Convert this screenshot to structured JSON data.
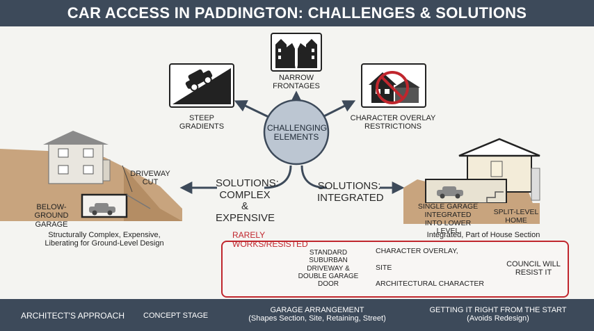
{
  "title": "CAR ACCESS IN PADDINGTON: CHALLENGES & SOLUTIONS",
  "center": {
    "label_line1": "CHALLENGING",
    "label_line2": "ELEMENTS"
  },
  "challenges": {
    "steep": {
      "line1": "STEEP",
      "line2": "GRADIENTS"
    },
    "narrow": {
      "line1": "NARROW",
      "line2": "FRONTAGES"
    },
    "overlay": {
      "line1": "CHARACTER OVERLAY",
      "line2": "RESTRICTIONS"
    }
  },
  "solutions": {
    "complex": {
      "line1": "SOLUTIONS:",
      "line2": "COMPLEX &",
      "line3": "EXPENSIVE"
    },
    "integrated": {
      "line1": "SOLUTIONS:",
      "line2": "INTEGRATED"
    }
  },
  "left_house": {
    "driveway_line1": "DRIVEWAY",
    "driveway_line2": "CUT",
    "garage_line1": "BELOW-GROUND",
    "garage_line2": "GARAGE",
    "caption_line1": "Structurally Complex, Expensive,",
    "caption_line2": "Liberating for Ground-Level Design"
  },
  "right_house": {
    "garage_line1": "SINGLE GARAGE",
    "garage_line2": "INTEGRATED",
    "garage_line3": "INTO LOWER LEVEL",
    "split_line1": "SPLIT-LEVEL",
    "split_line2": "HOME",
    "caption": "Integrated, Part of House Section"
  },
  "resisted": {
    "heading": "RARELY WORKS/RESISTED",
    "standard_line1": "STANDARD",
    "standard_line2": "SUBURBAN",
    "standard_line3": "DRIVEWAY &",
    "standard_line4": "DOUBLE GARAGE",
    "standard_line5": "DOOR",
    "reasons": [
      "CHARACTER OVERLAY,",
      "SITE",
      "ARCHITECTURAL CHARACTER"
    ],
    "council_line1": "COUNCIL WILL",
    "council_line2": "RESIST IT"
  },
  "footer": {
    "approach": "ARCHITECT'S APPROACH",
    "stage": "CONCEPT STAGE",
    "garage_line1": "GARAGE ARRANGEMENT",
    "garage_line2": "(Shapes Section, Site, Retaining, Street)",
    "right_line1": "GETTING IT RIGHT FROM THE START",
    "right_line2": "(Avoids Redesign)"
  },
  "colors": {
    "header": "#3d4a5a",
    "accent_red": "#c0262d",
    "earth": "#c8a47e",
    "center_circle": "#bcc6d2"
  },
  "icons": [
    "car-on-slope-icon",
    "narrow-buildings-icon",
    "no-house-icon",
    "house-garage-icon"
  ]
}
